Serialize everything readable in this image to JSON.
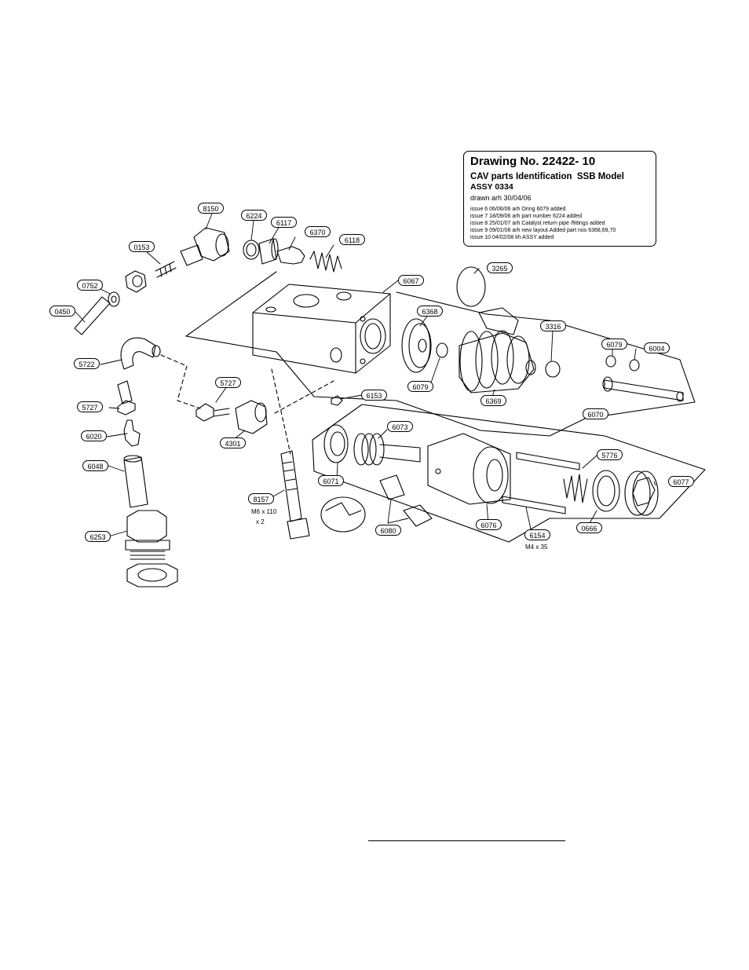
{
  "title_block": {
    "drawing_label": "Drawing No. 22422",
    "drawing_suffix": "- 10",
    "name_left": "CAV parts Identification",
    "name_right": "SSB Model",
    "assy": "ASSY 0334",
    "drawn": "drawn arh 30/04/06",
    "issues": [
      "issue 6 06/06/06 arh Oring 6079 added",
      "issue 7 18/09/06 arh part number 6224 added",
      "issue 8 25/01/07 arh Catalyst return pipe /fittings added",
      "issue 9 09/01/08 arh new layout.Added part nos 6368,69,70",
      "issue 10 04/02/08 kh ASSY added"
    ]
  },
  "part_labels": {
    "p8150": "8150",
    "p6224": "6224",
    "p6117": "6117",
    "p6370": "6370",
    "p6118": "6118",
    "p0153": "0153",
    "p0752": "0752",
    "p0450": "0450",
    "p6067": "6067",
    "p3265": "3265",
    "p6368": "6368",
    "p3316": "3316",
    "p6079a": "6079",
    "p6004": "6004",
    "p6079b": "6079",
    "p6369": "6369",
    "p6070": "6070",
    "p5722": "5722",
    "p5727a": "5727",
    "p5727b": "5727",
    "p6153": "6153",
    "p6020": "6020",
    "p4301": "4301",
    "p6073": "6073",
    "p5776": "5776",
    "p6048": "6048",
    "p6071": "6071",
    "p6077": "6077",
    "p8157": "8157",
    "p6080": "6080",
    "p6076": "6076",
    "p6154": "6154",
    "p0666": "0666",
    "p6253": "6253"
  },
  "notes": {
    "bolt_8157": "M6 x 110",
    "bolt_8157_qty": "x 2",
    "bolt_6154": "M4 x 35"
  }
}
